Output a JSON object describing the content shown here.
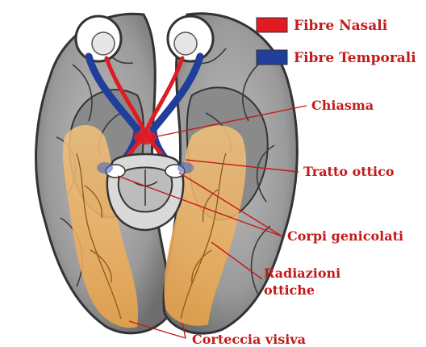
{
  "legend": {
    "items": [
      {
        "label": "Fibre Nasali",
        "color": "#e01b24"
      },
      {
        "label": "Fibre Temporali",
        "color": "#1f3f9a"
      }
    ]
  },
  "labels": {
    "chiasma": "Chiasma",
    "tratto_ottico": "Tratto ottico",
    "corpi_genicolati": "Corpi genicolati",
    "radiazioni_line1": "Radiazioni",
    "radiazioni_line2": "ottiche",
    "corteccia_visiva": "Corteccia visiva"
  },
  "colors": {
    "label_text": "#c41a1a",
    "leader_line": "#c41a1a",
    "brain_gray": "#9e9e9e",
    "brain_dark": "#5f5f5f",
    "visual_pathway": "#f0b45a",
    "nasal_fibers": "#e01b24",
    "temporal_fibers": "#1f3f9a"
  }
}
